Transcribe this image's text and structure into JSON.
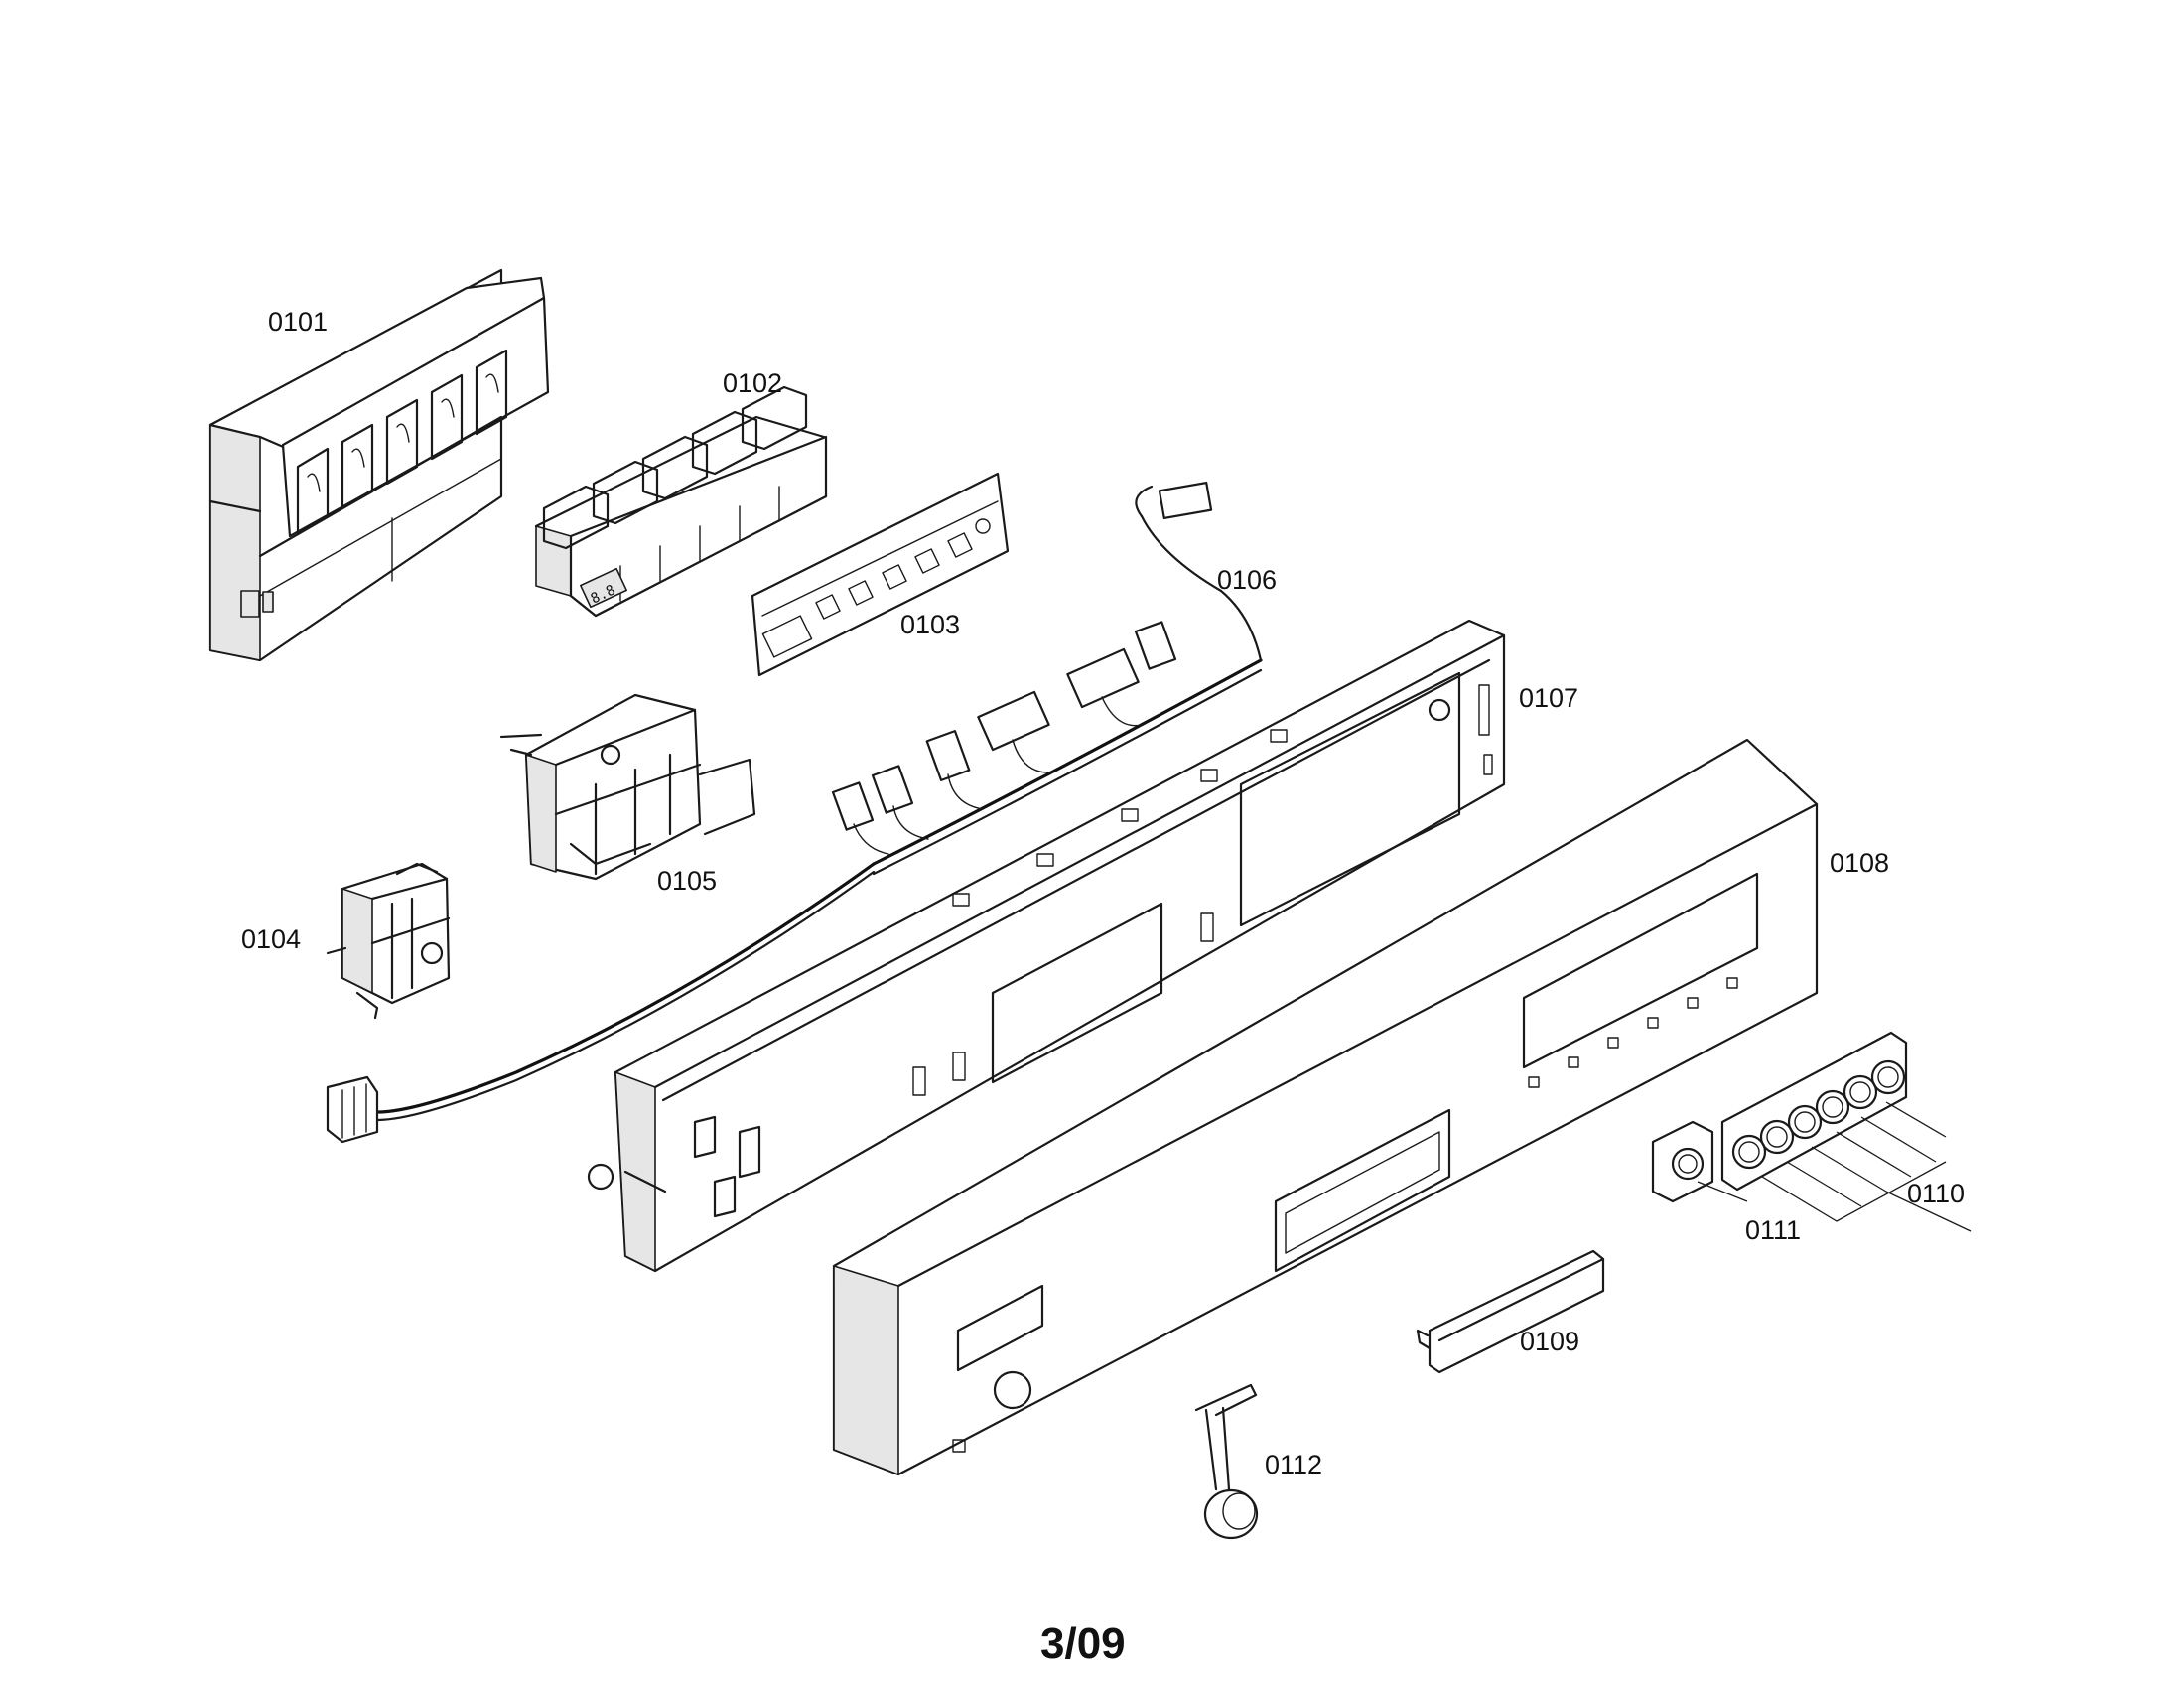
{
  "diagram": {
    "page_number": "3/09",
    "parts": [
      {
        "id": "0101",
        "label": "0101"
      },
      {
        "id": "0102",
        "label": "0102"
      },
      {
        "id": "0103",
        "label": "0103"
      },
      {
        "id": "0104",
        "label": "0104"
      },
      {
        "id": "0105",
        "label": "0105"
      },
      {
        "id": "0106",
        "label": "0106"
      },
      {
        "id": "0107",
        "label": "0107"
      },
      {
        "id": "0108",
        "label": "0108"
      },
      {
        "id": "0109",
        "label": "0109"
      },
      {
        "id": "0110",
        "label": "0110"
      },
      {
        "id": "0111",
        "label": "0111"
      },
      {
        "id": "0112",
        "label": "0112"
      }
    ]
  }
}
